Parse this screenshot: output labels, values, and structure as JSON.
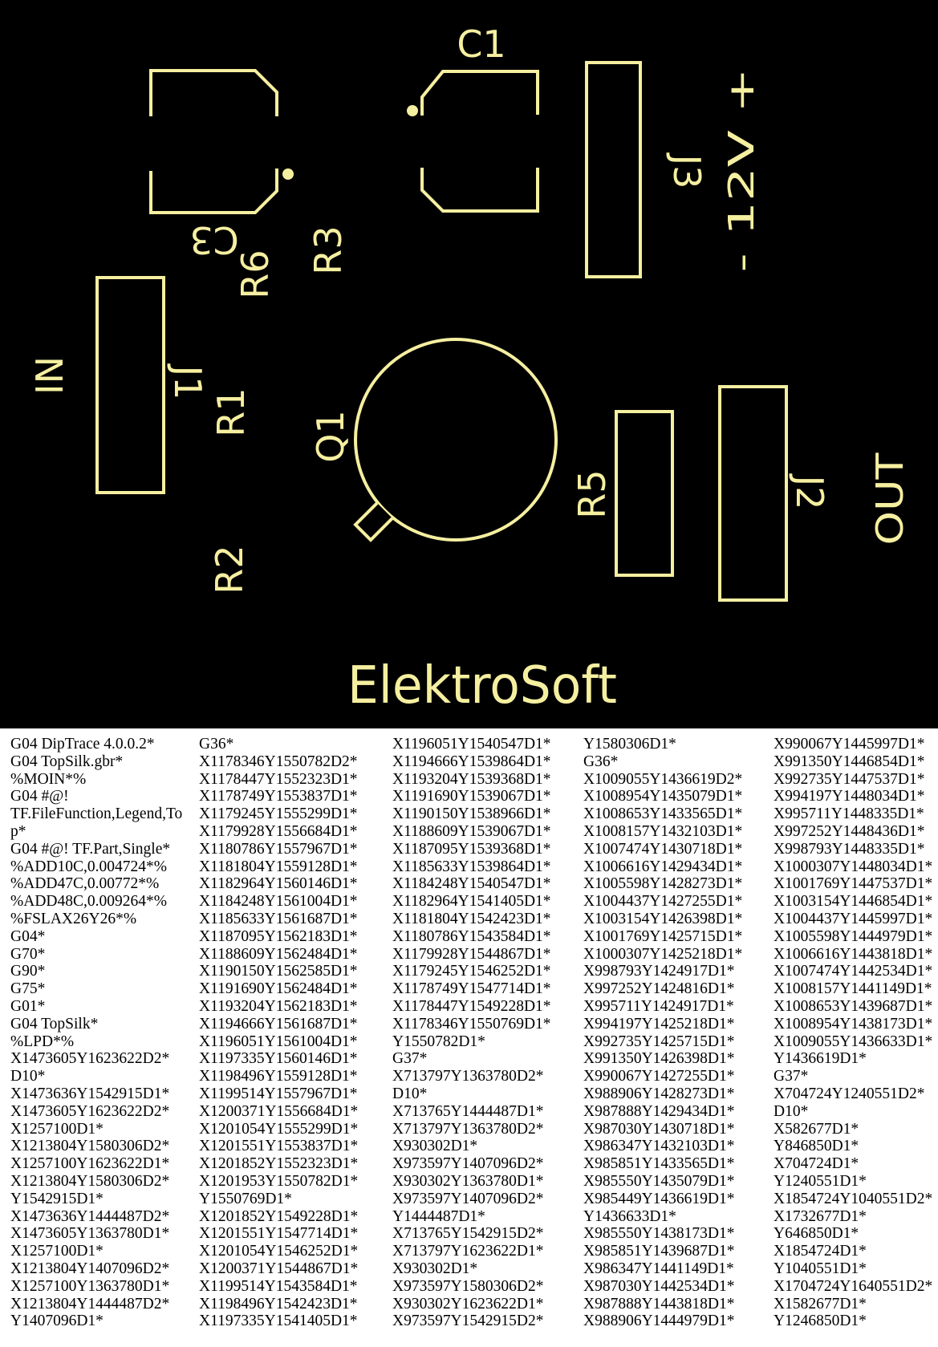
{
  "board": {
    "brand_text": "ElektroSoft",
    "silk_color": "#F5EFA0",
    "labels": {
      "c1": "C1",
      "c3": "C3",
      "r1": "R1",
      "r2": "R2",
      "r3": "R3",
      "r5": "R5",
      "r6": "R6",
      "q1": "Q1",
      "j1": "J1",
      "j2": "J2",
      "j3": "J3",
      "in": "IN",
      "out": "OUT",
      "power": "- 12V +"
    }
  },
  "gerber": {
    "columns": [
      {
        "lines": [
          "G04 DipTrace 4.0.0.2*",
          "G04 TopSilk.gbr*",
          "%MOIN*%",
          "G04 #@!",
          "TF.FileFunction,Legend,To",
          "p*",
          "G04 #@! TF.Part,Single*",
          "%ADD10C,0.004724*%",
          "%ADD47C,0.00772*%",
          "%ADD48C,0.009264*%",
          "%FSLAX26Y26*%",
          "G04*",
          "G70*",
          "G90*",
          "G75*",
          "G01*",
          "G04 TopSilk*",
          "%LPD*%",
          "X1473605Y1623622D2*",
          "D10*",
          "X1473636Y1542915D1*",
          "X1473605Y1623622D2*",
          "X1257100D1*",
          "X1213804Y1580306D2*",
          "X1257100Y1623622D1*",
          "X1213804Y1580306D2*",
          "Y1542915D1*",
          "X1473636Y1444487D2*",
          "X1473605Y1363780D1*",
          "X1257100D1*",
          "X1213804Y1407096D2*",
          "X1257100Y1363780D1*",
          "X1213804Y1444487D2*",
          "Y1407096D1*"
        ]
      },
      {
        "lines": [
          "G36*",
          "X1178346Y1550782D2*",
          "X1178447Y1552323D1*",
          "X1178749Y1553837D1*",
          "X1179245Y1555299D1*",
          "X1179928Y1556684D1*",
          "X1180786Y1557967D1*",
          "X1181804Y1559128D1*",
          "X1182964Y1560146D1*",
          "X1184248Y1561004D1*",
          "X1185633Y1561687D1*",
          "X1187095Y1562183D1*",
          "X1188609Y1562484D1*",
          "X1190150Y1562585D1*",
          "X1191690Y1562484D1*",
          "X1193204Y1562183D1*",
          "X1194666Y1561687D1*",
          "X1196051Y1561004D1*",
          "X1197335Y1560146D1*",
          "X1198496Y1559128D1*",
          "X1199514Y1557967D1*",
          "X1200371Y1556684D1*",
          "X1201054Y1555299D1*",
          "X1201551Y1553837D1*",
          "X1201852Y1552323D1*",
          "X1201953Y1550782D1*",
          "Y1550769D1*",
          "X1201852Y1549228D1*",
          "X1201551Y1547714D1*",
          "X1201054Y1546252D1*",
          "X1200371Y1544867D1*",
          "X1199514Y1543584D1*",
          "X1198496Y1542423D1*",
          "X1197335Y1541405D1*"
        ]
      },
      {
        "lines": [
          "X1196051Y1540547D1*",
          "X1194666Y1539864D1*",
          "X1193204Y1539368D1*",
          "X1191690Y1539067D1*",
          "X1190150Y1538966D1*",
          "X1188609Y1539067D1*",
          "X1187095Y1539368D1*",
          "X1185633Y1539864D1*",
          "X1184248Y1540547D1*",
          "X1182964Y1541405D1*",
          "X1181804Y1542423D1*",
          "X1180786Y1543584D1*",
          "X1179928Y1544867D1*",
          "X1179245Y1546252D1*",
          "X1178749Y1547714D1*",
          "X1178447Y1549228D1*",
          "X1178346Y1550769D1*",
          "Y1550782D1*",
          "G37*",
          "X713797Y1363780D2*",
          "D10*",
          "X713765Y1444487D1*",
          "X713797Y1363780D2*",
          "X930302D1*",
          "X973597Y1407096D2*",
          "X930302Y1363780D1*",
          "X973597Y1407096D2*",
          "Y1444487D1*",
          "X713765Y1542915D2*",
          "X713797Y1623622D1*",
          "X930302D1*",
          "X973597Y1580306D2*",
          "X930302Y1623622D1*",
          "X973597Y1542915D2*"
        ]
      },
      {
        "lines": [
          "Y1580306D1*",
          "G36*",
          "X1009055Y1436619D2*",
          "X1008954Y1435079D1*",
          "X1008653Y1433565D1*",
          "X1008157Y1432103D1*",
          "X1007474Y1430718D1*",
          "X1006616Y1429434D1*",
          "X1005598Y1428273D1*",
          "X1004437Y1427255D1*",
          "X1003154Y1426398D1*",
          "X1001769Y1425715D1*",
          "X1000307Y1425218D1*",
          "X998793Y1424917D1*",
          "X997252Y1424816D1*",
          "X995711Y1424917D1*",
          "X994197Y1425218D1*",
          "X992735Y1425715D1*",
          "X991350Y1426398D1*",
          "X990067Y1427255D1*",
          "X988906Y1428273D1*",
          "X987888Y1429434D1*",
          "X987030Y1430718D1*",
          "X986347Y1432103D1*",
          "X985851Y1433565D1*",
          "X985550Y1435079D1*",
          "X985449Y1436619D1*",
          "Y1436633D1*",
          "X985550Y1438173D1*",
          "X985851Y1439687D1*",
          "X986347Y1441149D1*",
          "X987030Y1442534D1*",
          "X987888Y1443818D1*",
          "X988906Y1444979D1*"
        ]
      },
      {
        "lines": [
          "X990067Y1445997D1*",
          "X991350Y1446854D1*",
          "X992735Y1447537D1*",
          "X994197Y1448034D1*",
          "X995711Y1448335D1*",
          "X997252Y1448436D1*",
          "X998793Y1448335D1*",
          "X1000307Y1448034D1*",
          "X1001769Y1447537D1*",
          "X1003154Y1446854D1*",
          "X1004437Y1445997D1*",
          "X1005598Y1444979D1*",
          "X1006616Y1443818D1*",
          "X1007474Y1442534D1*",
          "X1008157Y1441149D1*",
          "X1008653Y1439687D1*",
          "X1008954Y1438173D1*",
          "X1009055Y1436633D1*",
          "Y1436619D1*",
          "G37*",
          "X704724Y1240551D2*",
          "D10*",
          "X582677D1*",
          "Y846850D1*",
          "X704724D1*",
          "Y1240551D1*",
          "X1854724Y1040551D2*",
          "X1732677D1*",
          "Y646850D1*",
          "X1854724D1*",
          "Y1040551D1*",
          "X1704724Y1640551D2*",
          "X1582677D1*",
          "Y1246850D1*"
        ]
      }
    ]
  }
}
